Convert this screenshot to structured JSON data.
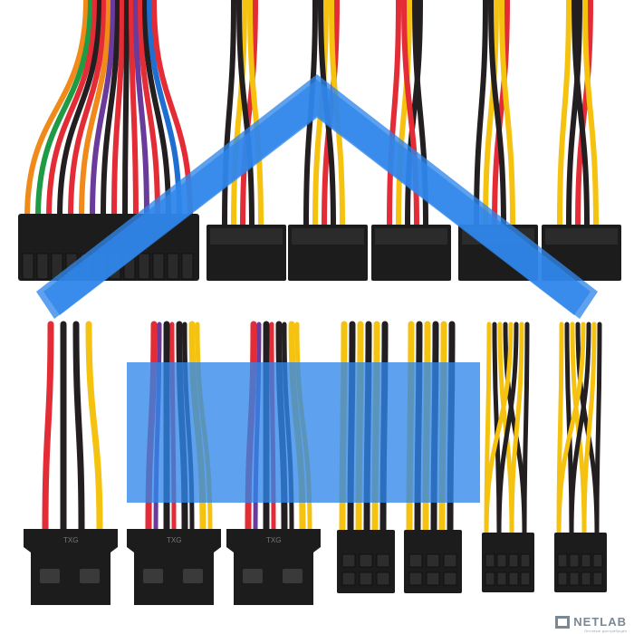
{
  "photo": {
    "subject": "psu-cable-connectors",
    "connector_marking": "TXG",
    "colors": {
      "red": "#e32c35",
      "yellow": "#f4c20f",
      "black": "#231f20",
      "orange": "#f08a1a",
      "green": "#1f9a45",
      "purple": "#6a3b9a",
      "blue": "#1e6fd0",
      "brown": "#8b4a2b",
      "plug": "#1c1c1c",
      "overlay": "#3c8ee6"
    }
  },
  "watermark": {
    "brand": "NETLAB",
    "tagline": "Оптовые дистрибуции"
  }
}
